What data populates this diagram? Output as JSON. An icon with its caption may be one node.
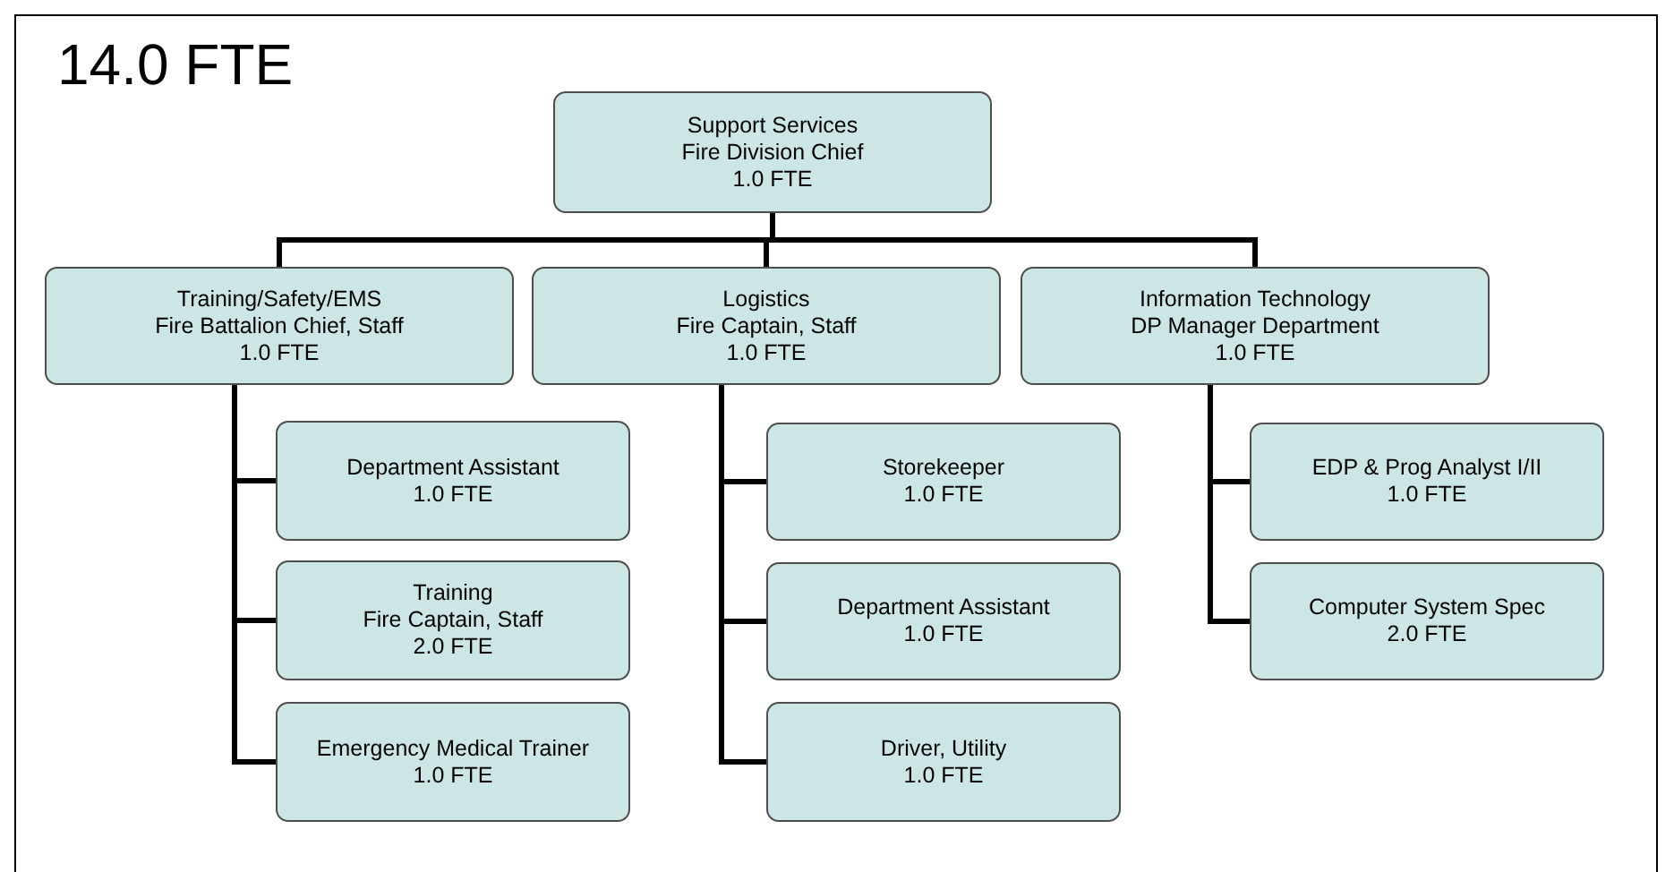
{
  "diagram": {
    "title": "14.0 FTE",
    "nodes": [
      {
        "text": [
          "Support Services",
          "Fire Division Chief",
          "1.0 FTE"
        ]
      },
      {
        "text": [
          "Training/Safety/EMS",
          "Fire Battalion Chief, Staff",
          "1.0 FTE"
        ]
      },
      {
        "text": [
          "Logistics",
          "Fire Captain, Staff",
          "1.0 FTE"
        ]
      },
      {
        "text": [
          "Information Technology",
          "DP Manager Department",
          "1.0 FTE"
        ]
      },
      {
        "text": [
          "Department Assistant",
          "1.0 FTE"
        ]
      },
      {
        "text": [
          "Training",
          "Fire Captain, Staff",
          "2.0 FTE"
        ]
      },
      {
        "text": [
          "Emergency Medical Trainer",
          "1.0 FTE"
        ]
      },
      {
        "text": [
          "Storekeeper",
          "1.0 FTE"
        ]
      },
      {
        "text": [
          "Department Assistant",
          "1.0 FTE"
        ]
      },
      {
        "text": [
          "Driver, Utility",
          "1.0 FTE"
        ]
      },
      {
        "text": [
          "EDP & Prog Analyst I/II",
          "1.0 FTE"
        ]
      },
      {
        "text": [
          "Computer System Spec",
          "2.0 FTE"
        ]
      }
    ],
    "edges": [
      {
        "from": 0,
        "to": 1,
        "arrow": "none"
      },
      {
        "from": 0,
        "to": 2,
        "arrow": "none"
      },
      {
        "from": 0,
        "to": 3,
        "arrow": "none"
      },
      {
        "from": 1,
        "to": 4,
        "arrow": "none"
      },
      {
        "from": 1,
        "to": 5,
        "arrow": "none"
      },
      {
        "from": 1,
        "to": 6,
        "arrow": "none"
      },
      {
        "from": 2,
        "to": 7,
        "arrow": "none"
      },
      {
        "from": 2,
        "to": 8,
        "arrow": "none"
      },
      {
        "from": 2,
        "to": 9,
        "arrow": "none"
      },
      {
        "from": 3,
        "to": 10,
        "arrow": "none"
      },
      {
        "from": 3,
        "to": 11,
        "arrow": "none"
      }
    ]
  }
}
